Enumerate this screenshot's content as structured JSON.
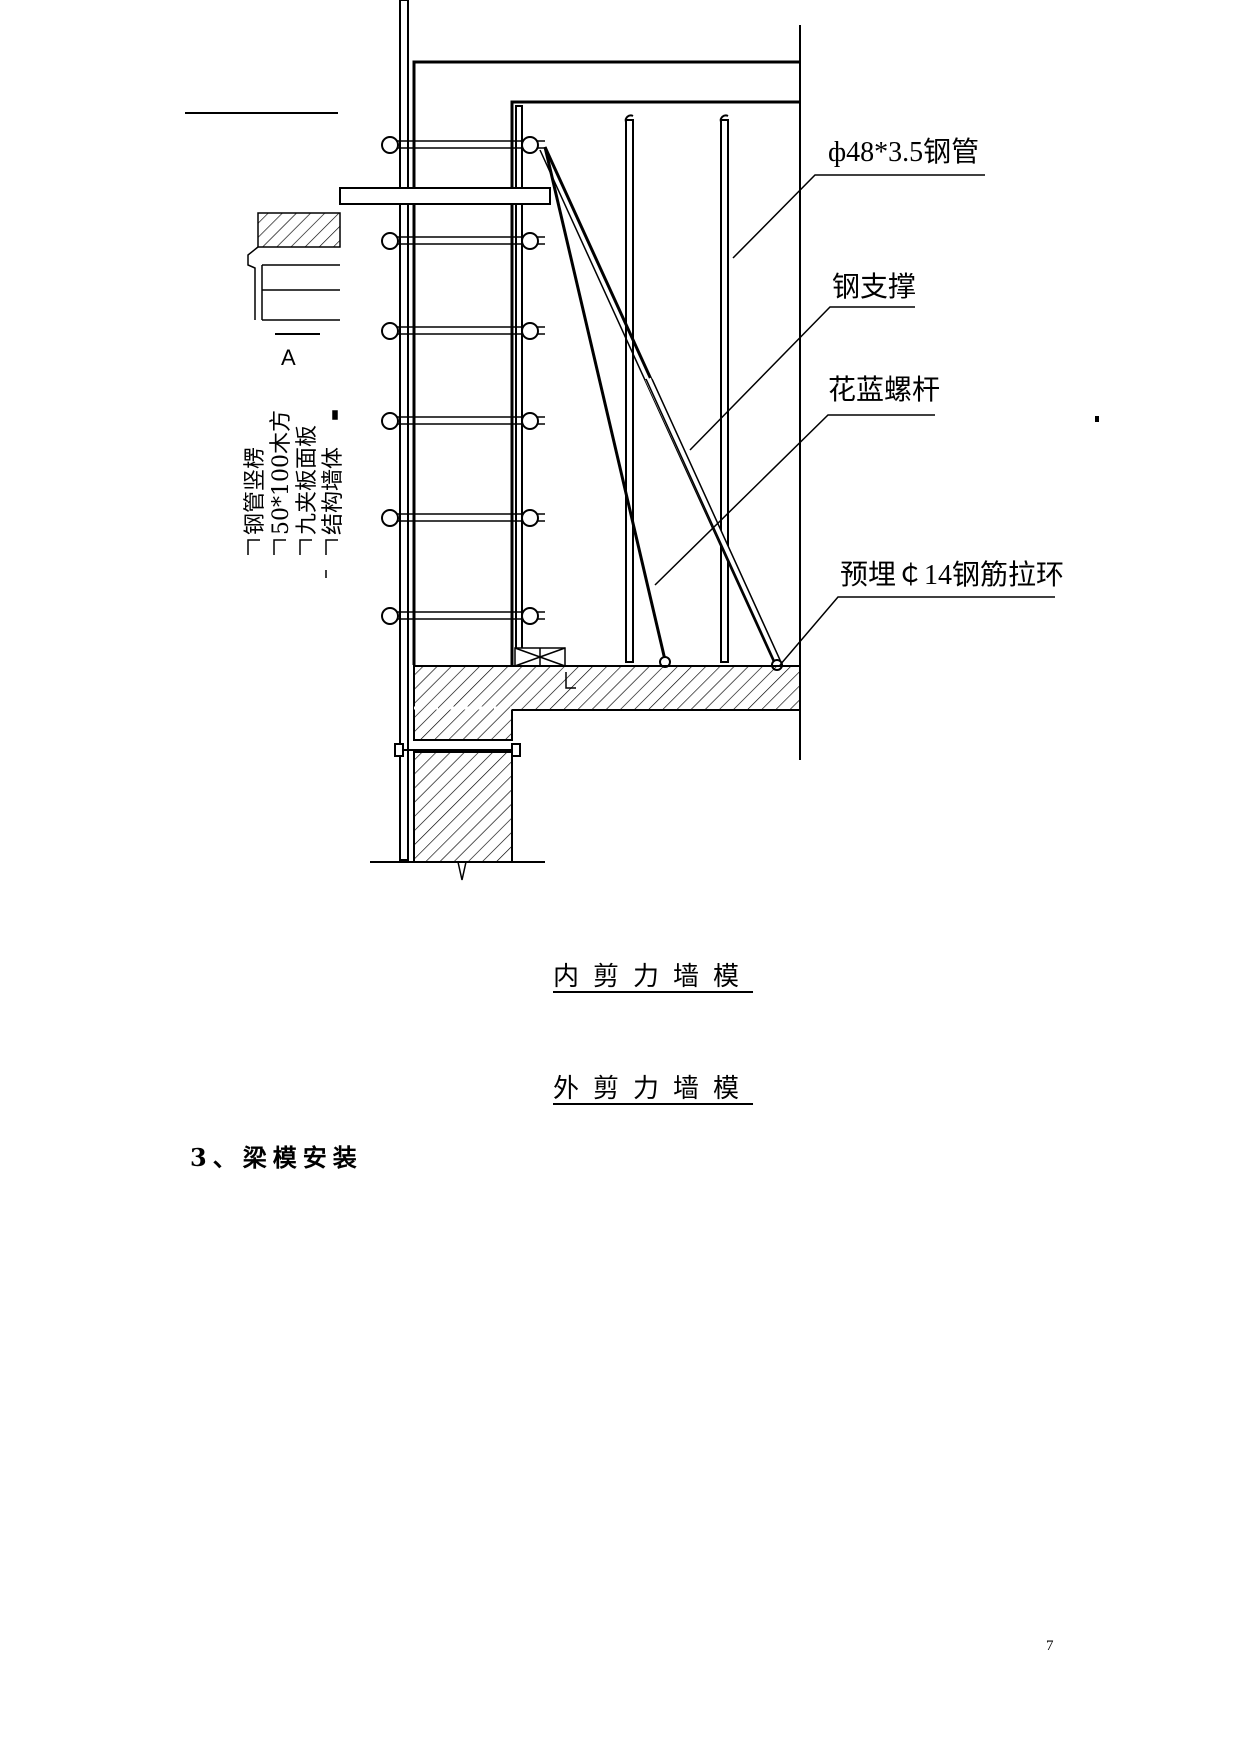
{
  "drawing": {
    "callouts": {
      "steel_pipe": "ф48*3.5钢管",
      "steel_support": "钢支撑",
      "turnbuckle": "花蓝螺杆",
      "embedded_ring": "预埋￠14钢筋拉环"
    },
    "section_mark": "A",
    "vertical_labels": [
      "钢管竖楞",
      "50*100木方",
      "九夹板面板",
      "结构墙体"
    ]
  },
  "captions": {
    "inner": "内剪力墙模",
    "outer": "外剪力墙模"
  },
  "section_heading": "3、梁模安装",
  "page_number": "7"
}
